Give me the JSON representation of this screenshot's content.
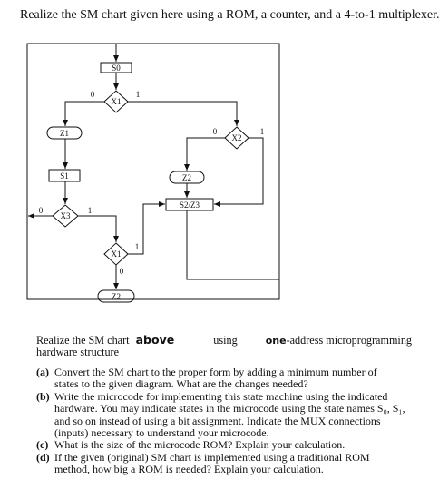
{
  "title": "Realize the SM chart given here using a ROM, a counter, and a 4-to-1 multiplexer.",
  "chart": {
    "states": {
      "s0": "S0",
      "z1": "Z1",
      "s1": "S1",
      "z2": "Z2",
      "s2z3": "S2/Z3",
      "z2b": "Z2"
    },
    "decisions": {
      "x1a": "X1",
      "x2": "X2",
      "x3": "X3",
      "x1b": "X1"
    },
    "branch_labels": {
      "x1a_0": "0",
      "x1a_1": "1",
      "x2_0": "0",
      "x2_1": "1",
      "x3_0": "0",
      "x3_1": "1",
      "x1b_1": "1",
      "x1b_0": "0"
    }
  },
  "realize": {
    "part1": "Realize the SM chart",
    "hand1": "above",
    "part2": "using",
    "hand2": "one",
    "part3": "-address microprogramming",
    "line2": "hardware structure"
  },
  "questions": [
    {
      "label": "(a)",
      "lines": [
        "Convert the SM chart to the proper form by adding a minimum number of",
        "states to the given diagram. What are the changes needed?"
      ]
    },
    {
      "label": "(b)",
      "lines": [
        "Write the microcode for implementing this state machine using the indicated",
        "hardware. You may indicate states in the microcode using the state names S₀, S₁,",
        "and so on instead of using a bit assignment. Indicate the MUX connections",
        "(inputs) necessary to understand your microcode."
      ]
    },
    {
      "label": "(c)",
      "lines": [
        "What is the size of the microcode ROM? Explain your calculation."
      ]
    },
    {
      "label": "(d)",
      "lines": [
        "If the given (original) SM chart is implemented using a traditional ROM",
        "method, how big a ROM is needed? Explain your calculation."
      ]
    }
  ]
}
